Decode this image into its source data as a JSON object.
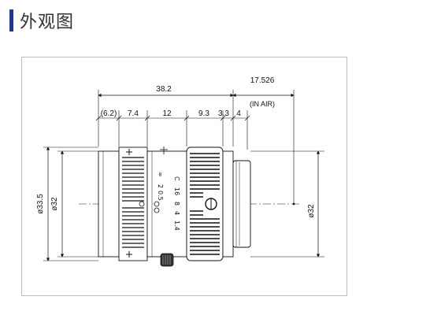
{
  "header": {
    "title": "外观图"
  },
  "dimensions": {
    "overall_length": "38.2",
    "back_focus": "17.526",
    "back_focus_note": "(IN AIR)",
    "seg_1": "(6.2)",
    "seg_2": "7.4",
    "seg_3": "12",
    "seg_4": "9.3",
    "seg_5": "3.3",
    "seg_6": "4",
    "outer_dia": "ø33.5",
    "inner_dia": "ø32",
    "mount_dia": "ø32"
  },
  "lens_markings": {
    "focus_marks": [
      "∞",
      "2",
      "0.5"
    ],
    "aperture_marks": [
      "C",
      "16",
      "8",
      "4",
      "1.4"
    ]
  }
}
